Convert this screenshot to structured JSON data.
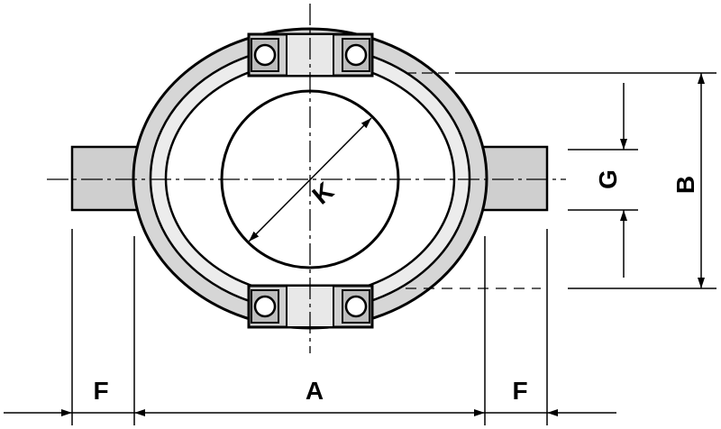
{
  "labels": {
    "k": "K",
    "g": "G",
    "b": "B",
    "a": "A",
    "f_left": "F",
    "f_right": "F"
  },
  "colors": {
    "line": "#000000",
    "fill_light": "#d9d9d9",
    "fill_mid": "#bdbdbd",
    "background": "#ffffff"
  }
}
